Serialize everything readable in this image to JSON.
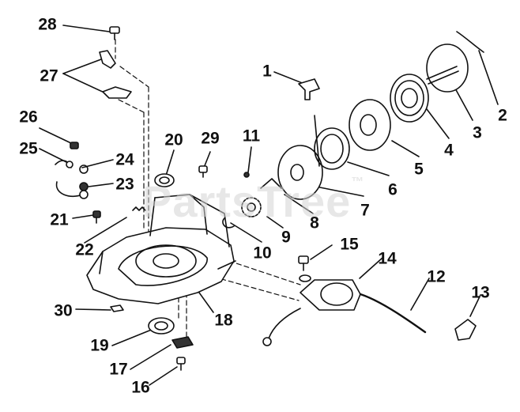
{
  "watermark": {
    "text": "PartsTree",
    "mark": "™"
  },
  "callouts": [
    {
      "id": "1",
      "text": "1"
    },
    {
      "id": "2",
      "text": "2"
    },
    {
      "id": "3",
      "text": "3"
    },
    {
      "id": "4",
      "text": "4"
    },
    {
      "id": "5",
      "text": "5"
    },
    {
      "id": "6",
      "text": "6"
    },
    {
      "id": "7",
      "text": "7"
    },
    {
      "id": "8",
      "text": "8"
    },
    {
      "id": "9",
      "text": "9"
    },
    {
      "id": "10",
      "text": "10"
    },
    {
      "id": "11",
      "text": "11"
    },
    {
      "id": "12",
      "text": "12"
    },
    {
      "id": "13",
      "text": "13"
    },
    {
      "id": "14",
      "text": "14"
    },
    {
      "id": "15",
      "text": "15"
    },
    {
      "id": "16",
      "text": "16"
    },
    {
      "id": "17",
      "text": "17"
    },
    {
      "id": "18",
      "text": "18"
    },
    {
      "id": "19",
      "text": "19"
    },
    {
      "id": "20",
      "text": "20"
    },
    {
      "id": "21",
      "text": "21"
    },
    {
      "id": "22",
      "text": "22"
    },
    {
      "id": "23",
      "text": "23"
    },
    {
      "id": "24",
      "text": "24"
    },
    {
      "id": "25",
      "text": "25"
    },
    {
      "id": "26",
      "text": "26"
    },
    {
      "id": "27",
      "text": "27"
    },
    {
      "id": "28",
      "text": "28"
    },
    {
      "id": "29",
      "text": "29"
    },
    {
      "id": "30",
      "text": "30"
    }
  ]
}
